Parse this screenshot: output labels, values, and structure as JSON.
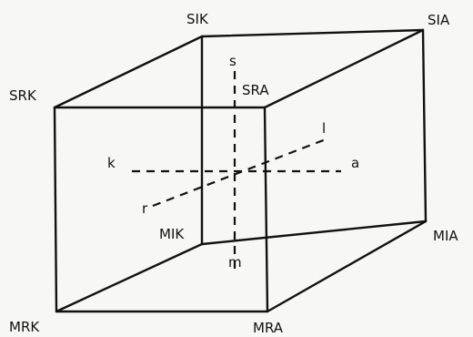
{
  "vertices": {
    "sik": "SIK",
    "sia": "SIA",
    "srk": "SRK",
    "sra": "SRA",
    "mik": "MIK",
    "mia": "MIA",
    "mrk": "MRK",
    "mra": "MRA"
  },
  "axes": {
    "s": "s",
    "m": "m",
    "k": "k",
    "a": "a",
    "l": "l",
    "r": "r"
  }
}
